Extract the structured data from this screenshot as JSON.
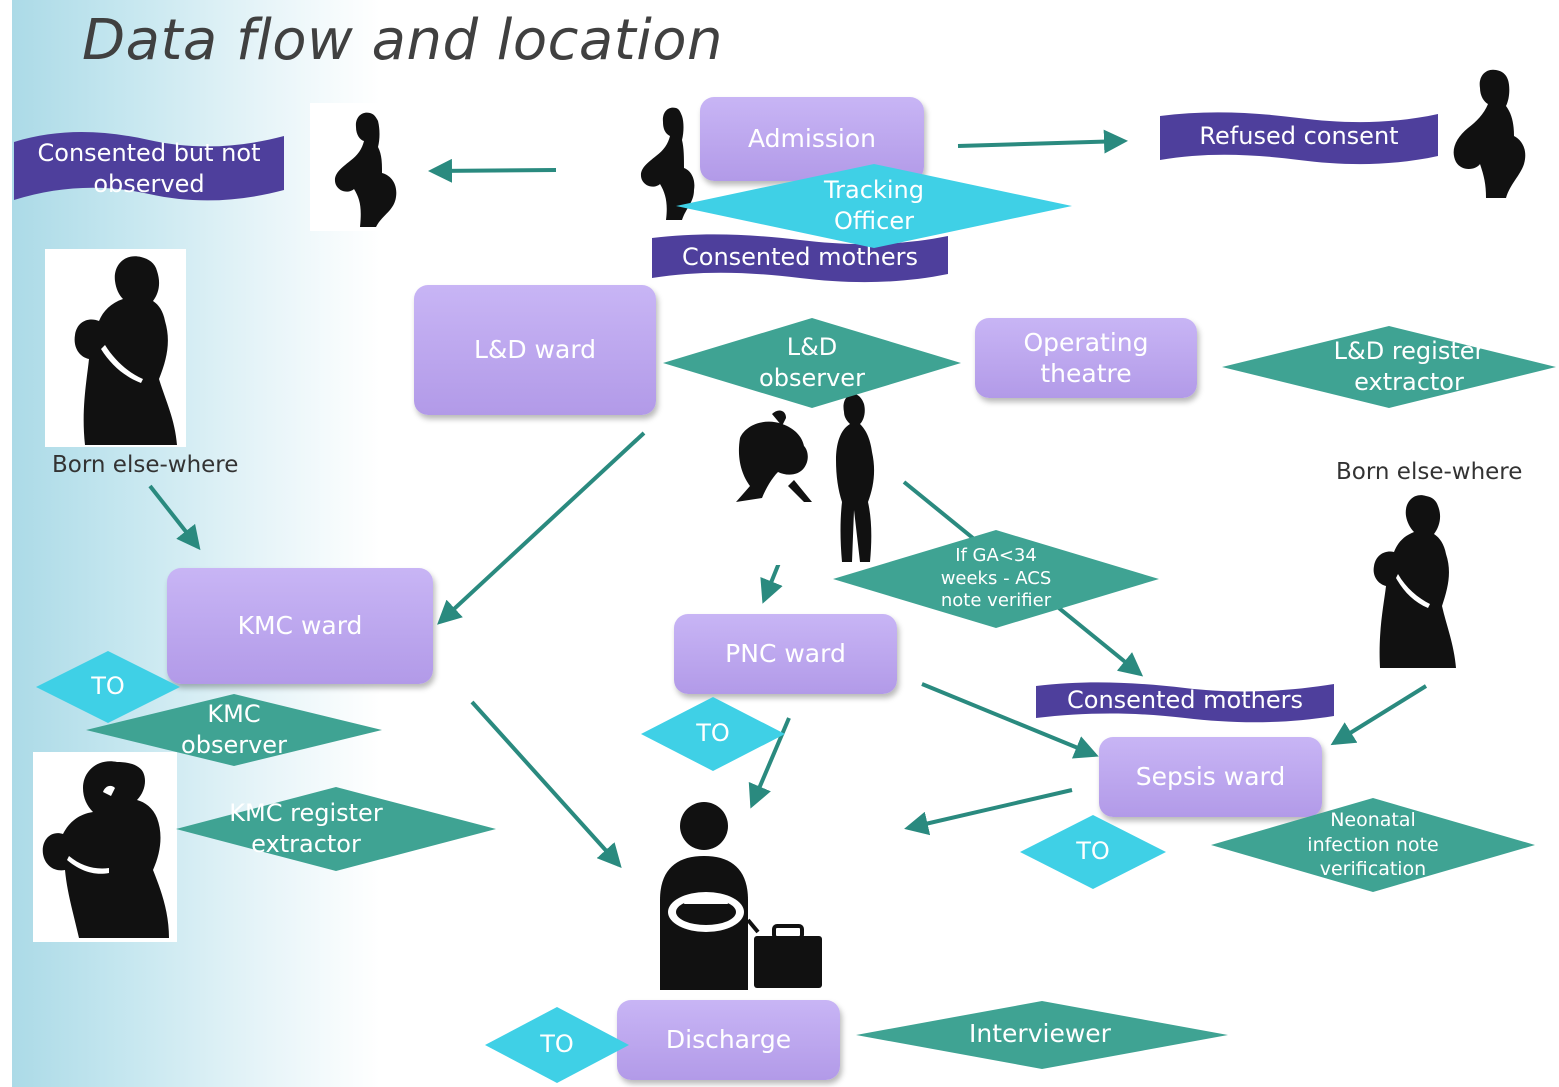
{
  "title": "Data flow and location",
  "nodes": {
    "admission": "Admission",
    "ld_ward": "L&D ward",
    "operating_theatre": [
      "Operating",
      "theatre"
    ],
    "kmc_ward": "KMC ward",
    "pnc_ward": "PNC ward",
    "sepsis_ward": "Sepsis ward",
    "discharge": "Discharge"
  },
  "roles": {
    "tracking_officer": [
      "Tracking",
      "Officer"
    ],
    "ld_observer": [
      "L&D",
      "observer"
    ],
    "ld_register_extractor": [
      "L&D register",
      "extractor"
    ],
    "acs_note_verifier": [
      "If GA<34",
      "weeks - ACS",
      "note verifier"
    ],
    "kmc_observer": [
      "KMC",
      "observer"
    ],
    "kmc_register_extractor": [
      "KMC register",
      "extractor"
    ],
    "neonatal_infection": [
      "Neonatal",
      "infection note",
      "verification"
    ],
    "interviewer": "Interviewer",
    "to_kmc": "TO",
    "to_pnc": "TO",
    "to_sepsis": "TO",
    "to_discharge": "TO"
  },
  "banners": {
    "consented_not_observed": [
      "Consented but not",
      "observed"
    ],
    "refused_consent": "Refused consent",
    "consented_mothers_top": "Consented mothers",
    "consented_mothers_right": "Consented mothers"
  },
  "labels": {
    "born_elsewhere_left": "Born else-where",
    "born_elsewhere_right": "Born else-where"
  },
  "colors": {
    "box_fill": "#b8a2ec",
    "teal_diamond": "#3fa393",
    "cyan_diamond": "#3fd0e6",
    "banner_fill": "#4e3f9c",
    "arrow": "#2a8a7f",
    "silhouette": "#111111"
  },
  "icons": {
    "pregnant_woman": "pregnant-woman-silhouette-icon",
    "mother_holding_baby": "mother-holding-baby-silhouette-icon",
    "parent_lifting_baby": "parent-lifting-baby-silhouette-icon",
    "discharge_mother": "mother-with-baby-and-bag-icon"
  }
}
